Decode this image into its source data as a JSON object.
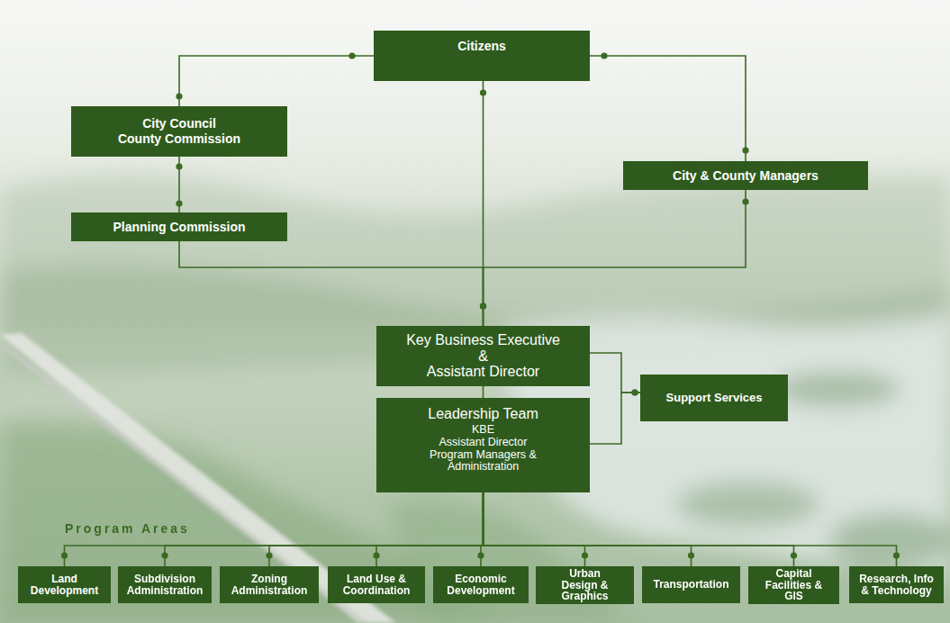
{
  "diagram": {
    "nodes": [
      {
        "text": [
          "Citizens"
        ]
      },
      {
        "text": [
          "City Council County Commission"
        ]
      },
      {
        "text": [
          "Planning Commission"
        ]
      },
      {
        "text": [
          "City & County Managers"
        ]
      },
      {
        "text": [
          "Key Business Executive & Assistant Director"
        ]
      },
      {
        "text": [
          "Support Services"
        ]
      },
      {
        "text": [
          "Leadership Team",
          "KBE Assistant Director Program Managers & Administration"
        ]
      },
      {
        "text": [
          "Land Development"
        ]
      },
      {
        "text": [
          "Subdivision Administration"
        ]
      },
      {
        "text": [
          "Zoning Administration"
        ]
      },
      {
        "text": [
          "Land Use & Coordination"
        ]
      },
      {
        "text": [
          "Economic Development"
        ]
      },
      {
        "text": [
          "Urban Design & Graphics"
        ]
      },
      {
        "text": [
          "Transportation"
        ]
      },
      {
        "text": [
          "Capital Facilities & GIS"
        ]
      },
      {
        "text": [
          "Research, Info & Technology"
        ]
      }
    ],
    "edges": [
      {
        "from": 0,
        "to": 1,
        "arrow": "none"
      },
      {
        "from": 0,
        "to": 3,
        "arrow": "none"
      },
      {
        "from": 0,
        "to": 4,
        "arrow": "none"
      },
      {
        "from": 1,
        "to": 2,
        "arrow": "none"
      },
      {
        "from": 2,
        "to": 4,
        "arrow": "none"
      },
      {
        "from": 3,
        "to": 4,
        "arrow": "none"
      },
      {
        "from": 4,
        "to": 6,
        "arrow": "none"
      },
      {
        "from": 4,
        "to": 5,
        "arrow": "none"
      },
      {
        "from": 6,
        "to": 5,
        "arrow": "none"
      },
      {
        "from": 6,
        "to": 7,
        "arrow": "none"
      },
      {
        "from": 6,
        "to": 8,
        "arrow": "none"
      },
      {
        "from": 6,
        "to": 9,
        "arrow": "none"
      },
      {
        "from": 6,
        "to": 10,
        "arrow": "none"
      },
      {
        "from": 6,
        "to": 11,
        "arrow": "none"
      },
      {
        "from": 6,
        "to": 12,
        "arrow": "none"
      },
      {
        "from": 6,
        "to": 13,
        "arrow": "none"
      },
      {
        "from": 6,
        "to": 14,
        "arrow": "none"
      },
      {
        "from": 6,
        "to": 15,
        "arrow": "none"
      }
    ],
    "labels": [
      "Program Areas"
    ]
  }
}
